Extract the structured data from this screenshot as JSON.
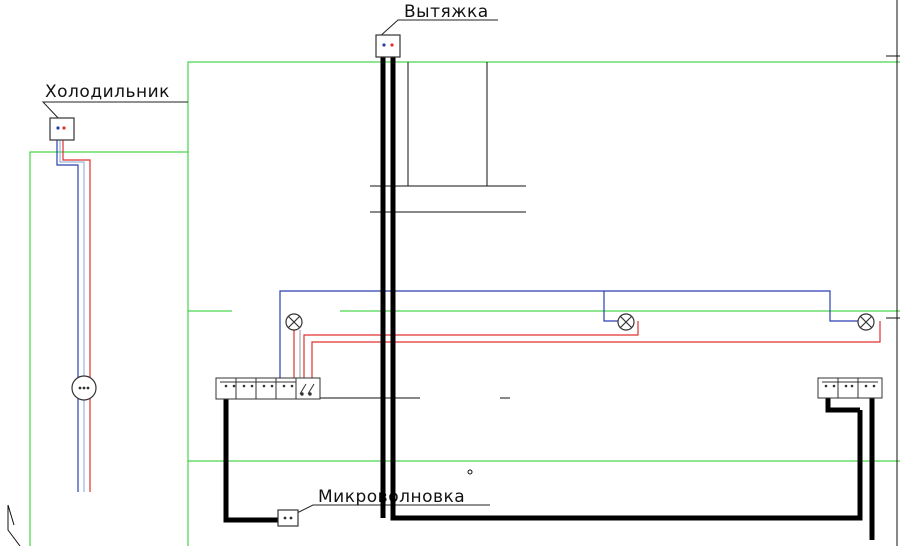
{
  "labels": {
    "hood": "Вытяжка",
    "fridge": "Холодильник",
    "microwave": "Микроволновка"
  },
  "colors": {
    "wall": "#22cc22",
    "phase": "#e03030",
    "neutral": "#2a3fb0",
    "cable": "#000000",
    "outline": "#333333"
  }
}
